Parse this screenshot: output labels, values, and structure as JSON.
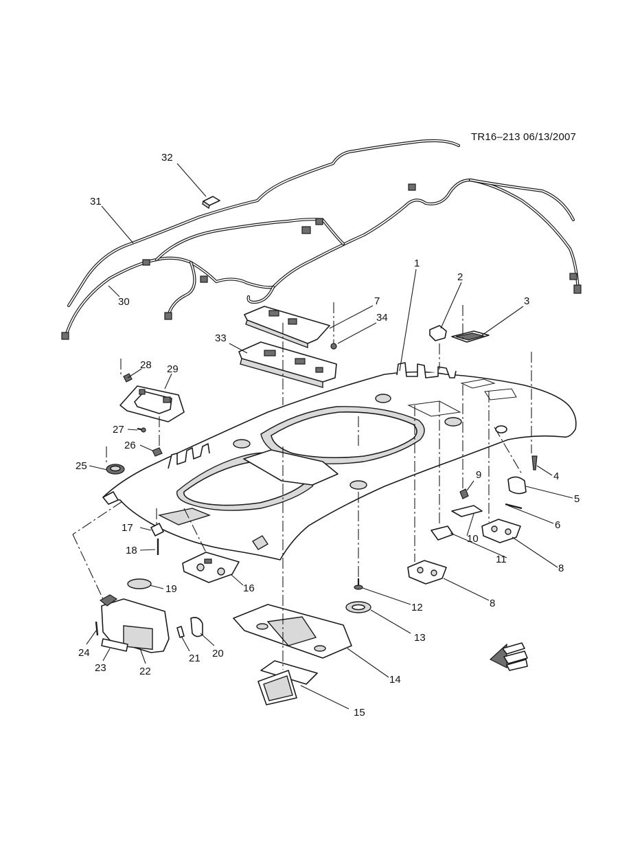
{
  "document_id": "TR16–213  06/13/2007",
  "callouts": [
    {
      "key": "c1",
      "label": "1"
    },
    {
      "key": "c2",
      "label": "2"
    },
    {
      "key": "c3",
      "label": "3"
    },
    {
      "key": "c4",
      "label": "4"
    },
    {
      "key": "c5",
      "label": "5"
    },
    {
      "key": "c6",
      "label": "6"
    },
    {
      "key": "c7",
      "label": "7"
    },
    {
      "key": "c8a",
      "label": "8"
    },
    {
      "key": "c8b",
      "label": "8"
    },
    {
      "key": "c9",
      "label": "9"
    },
    {
      "key": "c10",
      "label": "10"
    },
    {
      "key": "c11",
      "label": "11"
    },
    {
      "key": "c12",
      "label": "12"
    },
    {
      "key": "c13",
      "label": "13"
    },
    {
      "key": "c14",
      "label": "14"
    },
    {
      "key": "c15",
      "label": "15"
    },
    {
      "key": "c16",
      "label": "16"
    },
    {
      "key": "c17",
      "label": "17"
    },
    {
      "key": "c18",
      "label": "18"
    },
    {
      "key": "c19",
      "label": "19"
    },
    {
      "key": "c20",
      "label": "20"
    },
    {
      "key": "c21",
      "label": "21"
    },
    {
      "key": "c22",
      "label": "22"
    },
    {
      "key": "c23",
      "label": "23"
    },
    {
      "key": "c24",
      "label": "24"
    },
    {
      "key": "c25",
      "label": "25"
    },
    {
      "key": "c26",
      "label": "26"
    },
    {
      "key": "c27",
      "label": "27"
    },
    {
      "key": "c28",
      "label": "28"
    },
    {
      "key": "c29",
      "label": "29"
    },
    {
      "key": "c30",
      "label": "30"
    },
    {
      "key": "c31",
      "label": "31"
    },
    {
      "key": "c32",
      "label": "32"
    },
    {
      "key": "c33",
      "label": "33"
    },
    {
      "key": "c34",
      "label": "34"
    }
  ],
  "front_indicator_icon": "front-direction-arrow-icon"
}
